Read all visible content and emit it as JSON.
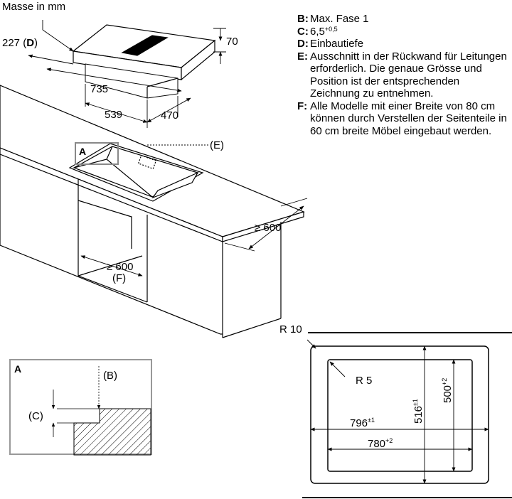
{
  "title": "Masse in mm",
  "legend": [
    {
      "key": "B:",
      "text": "Max. Fase 1"
    },
    {
      "key": "C:",
      "text": "6,5",
      "sup": "+0,5"
    },
    {
      "key": "D:",
      "text": "Einbautiefe"
    },
    {
      "key": "E:",
      "text": "Ausschnitt in der Rückwand für Leitungen erforderlich. Die genaue Grösse und Position ist der entsprechenden Zeichnung zu entnehmen."
    },
    {
      "key": "F:",
      "text": "Alle Modelle mit einer Breite von 80 cm können durch Verstellen der Seitenteile in 60 cm breite Möbel eingebaut werden."
    }
  ],
  "dims": {
    "depth_value": "227",
    "depth_key": "D",
    "height": "70",
    "width": "735",
    "cutout_width": "539",
    "depth": "470",
    "rear_min": "≥ 600",
    "e_label": "(E)",
    "a_label": "A",
    "f_min": "≥ 600",
    "f_label": "(F)"
  },
  "detail": {
    "label": "A",
    "b_label": "(B)",
    "c_label": "(C)"
  },
  "cutout": {
    "outer_radius": "R 10",
    "inner_radius": "R 5",
    "outer_width": "796",
    "outer_width_tol": "±1",
    "inner_width": "780",
    "inner_width_tol": "+2",
    "outer_height": "516",
    "outer_height_tol": "±1",
    "inner_height": "500",
    "inner_height_tol": "+2"
  }
}
